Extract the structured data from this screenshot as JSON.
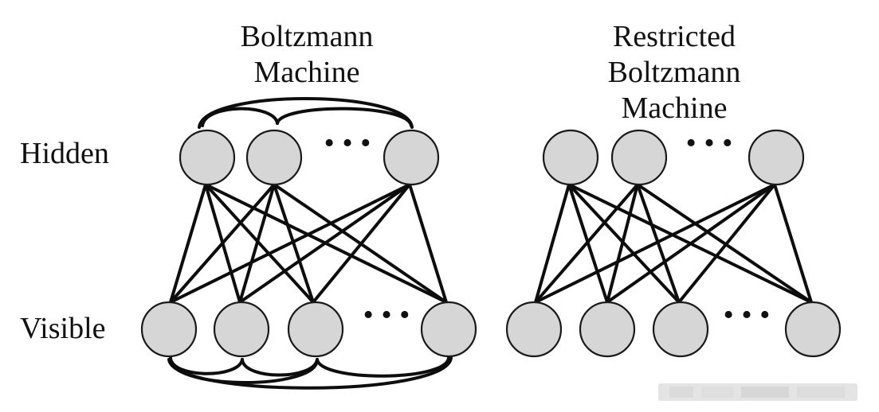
{
  "labels": {
    "hidden": "Hidden",
    "visible": "Visible"
  },
  "bm": {
    "title_line1": "Boltzmann",
    "title_line2": "Machine",
    "hidden_ellipsis": "• • •",
    "visible_ellipsis": "• • •"
  },
  "rbm": {
    "title_line1": "Restricted",
    "title_line2": "Boltzmann",
    "title_line3": "Machine",
    "hidden_ellipsis": "• • •",
    "visible_ellipsis": "• • •"
  },
  "colors": {
    "node_fill": "#d6d6d6",
    "stroke": "#0d0d0d"
  }
}
